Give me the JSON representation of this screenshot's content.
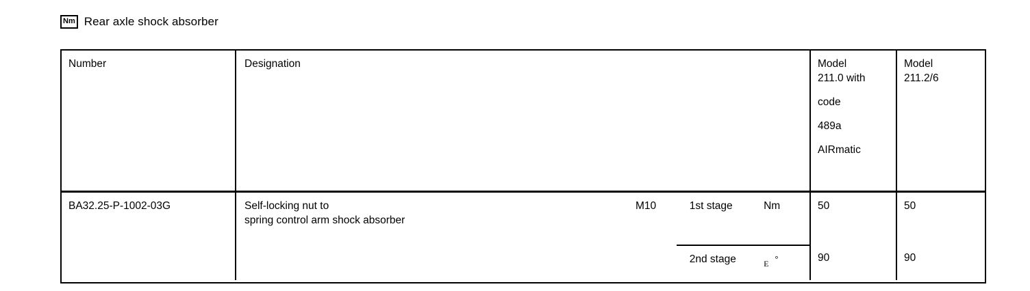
{
  "document": {
    "unit_badge": "Nm",
    "title": "Rear axle shock absorber"
  },
  "table": {
    "headers": {
      "number": "Number",
      "designation": "Designation",
      "model_a_lines": [
        "Model",
        "211.0 with",
        "code",
        "489a",
        "AIRmatic"
      ],
      "model_b_lines": [
        "Model",
        "211.2/6"
      ]
    },
    "rows": [
      {
        "number": "BA32.25-P-1002-03G",
        "designation_line1": "Self-locking nut to",
        "designation_line2": "spring control arm shock absorber",
        "thread": "M10",
        "stage": "1st stage",
        "unit": "Nm",
        "unit_symbol": "",
        "unit_degree": "",
        "model_a_value": "50",
        "model_b_value": "50"
      },
      {
        "number": "",
        "designation_line1": "",
        "designation_line2": "",
        "thread": "",
        "stage": "2nd stage",
        "unit": "",
        "unit_symbol": "E",
        "unit_degree": "°",
        "model_a_value": "90",
        "model_b_value": "90"
      }
    ]
  },
  "colors": {
    "text": "#000000",
    "border": "#000000",
    "background": "#ffffff"
  }
}
